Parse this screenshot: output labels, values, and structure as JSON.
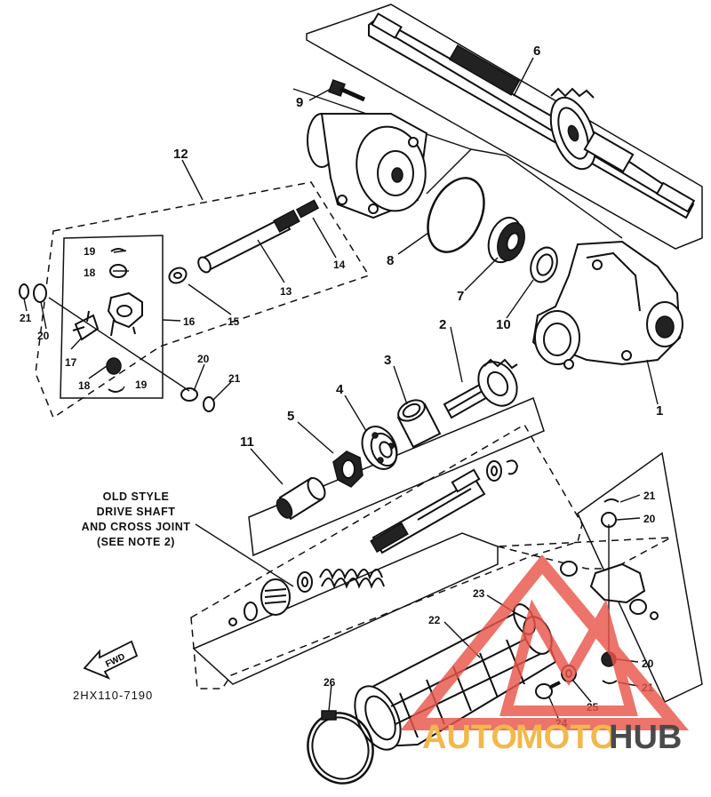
{
  "diagram": {
    "callouts": [
      {
        "id": "c1",
        "label": "1"
      },
      {
        "id": "c2",
        "label": "2"
      },
      {
        "id": "c3",
        "label": "3"
      },
      {
        "id": "c4",
        "label": "4"
      },
      {
        "id": "c5",
        "label": "5"
      },
      {
        "id": "c6",
        "label": "6"
      },
      {
        "id": "c7",
        "label": "7"
      },
      {
        "id": "c8",
        "label": "8"
      },
      {
        "id": "c9",
        "label": "9"
      },
      {
        "id": "c10",
        "label": "10"
      },
      {
        "id": "c11",
        "label": "11"
      },
      {
        "id": "c12",
        "label": "12"
      },
      {
        "id": "c13",
        "label": "13"
      },
      {
        "id": "c14",
        "label": "14"
      },
      {
        "id": "c15",
        "label": "15"
      },
      {
        "id": "c16",
        "label": "16"
      },
      {
        "id": "c17",
        "label": "17"
      },
      {
        "id": "c18a",
        "label": "18"
      },
      {
        "id": "c18b",
        "label": "18"
      },
      {
        "id": "c19a",
        "label": "19"
      },
      {
        "id": "c19b",
        "label": "19"
      },
      {
        "id": "c20a",
        "label": "20"
      },
      {
        "id": "c20b",
        "label": "20"
      },
      {
        "id": "c20c",
        "label": "20"
      },
      {
        "id": "c20d",
        "label": "20"
      },
      {
        "id": "c21a",
        "label": "21"
      },
      {
        "id": "c21b",
        "label": "21"
      },
      {
        "id": "c21c",
        "label": "21"
      },
      {
        "id": "c21d",
        "label": "21"
      },
      {
        "id": "c22",
        "label": "22"
      },
      {
        "id": "c23",
        "label": "23"
      },
      {
        "id": "c24",
        "label": "24"
      },
      {
        "id": "c25",
        "label": "25"
      },
      {
        "id": "c26",
        "label": "26"
      }
    ],
    "note_lines": [
      "OLD STYLE",
      "DRIVE SHAFT",
      "AND CROSS JOINT",
      "(SEE NOTE 2)"
    ],
    "fwd_label": "FWD",
    "drawing_code": "2HX110-7190"
  },
  "watermark": {
    "text_auto": "AUTO",
    "text_moto": "MOTO",
    "text_hub": "HUB",
    "color_auto": "#f2b84b",
    "color_moto": "#f2b84b",
    "color_hub": "#4a4a4a",
    "logo_color": "#e8564a"
  }
}
